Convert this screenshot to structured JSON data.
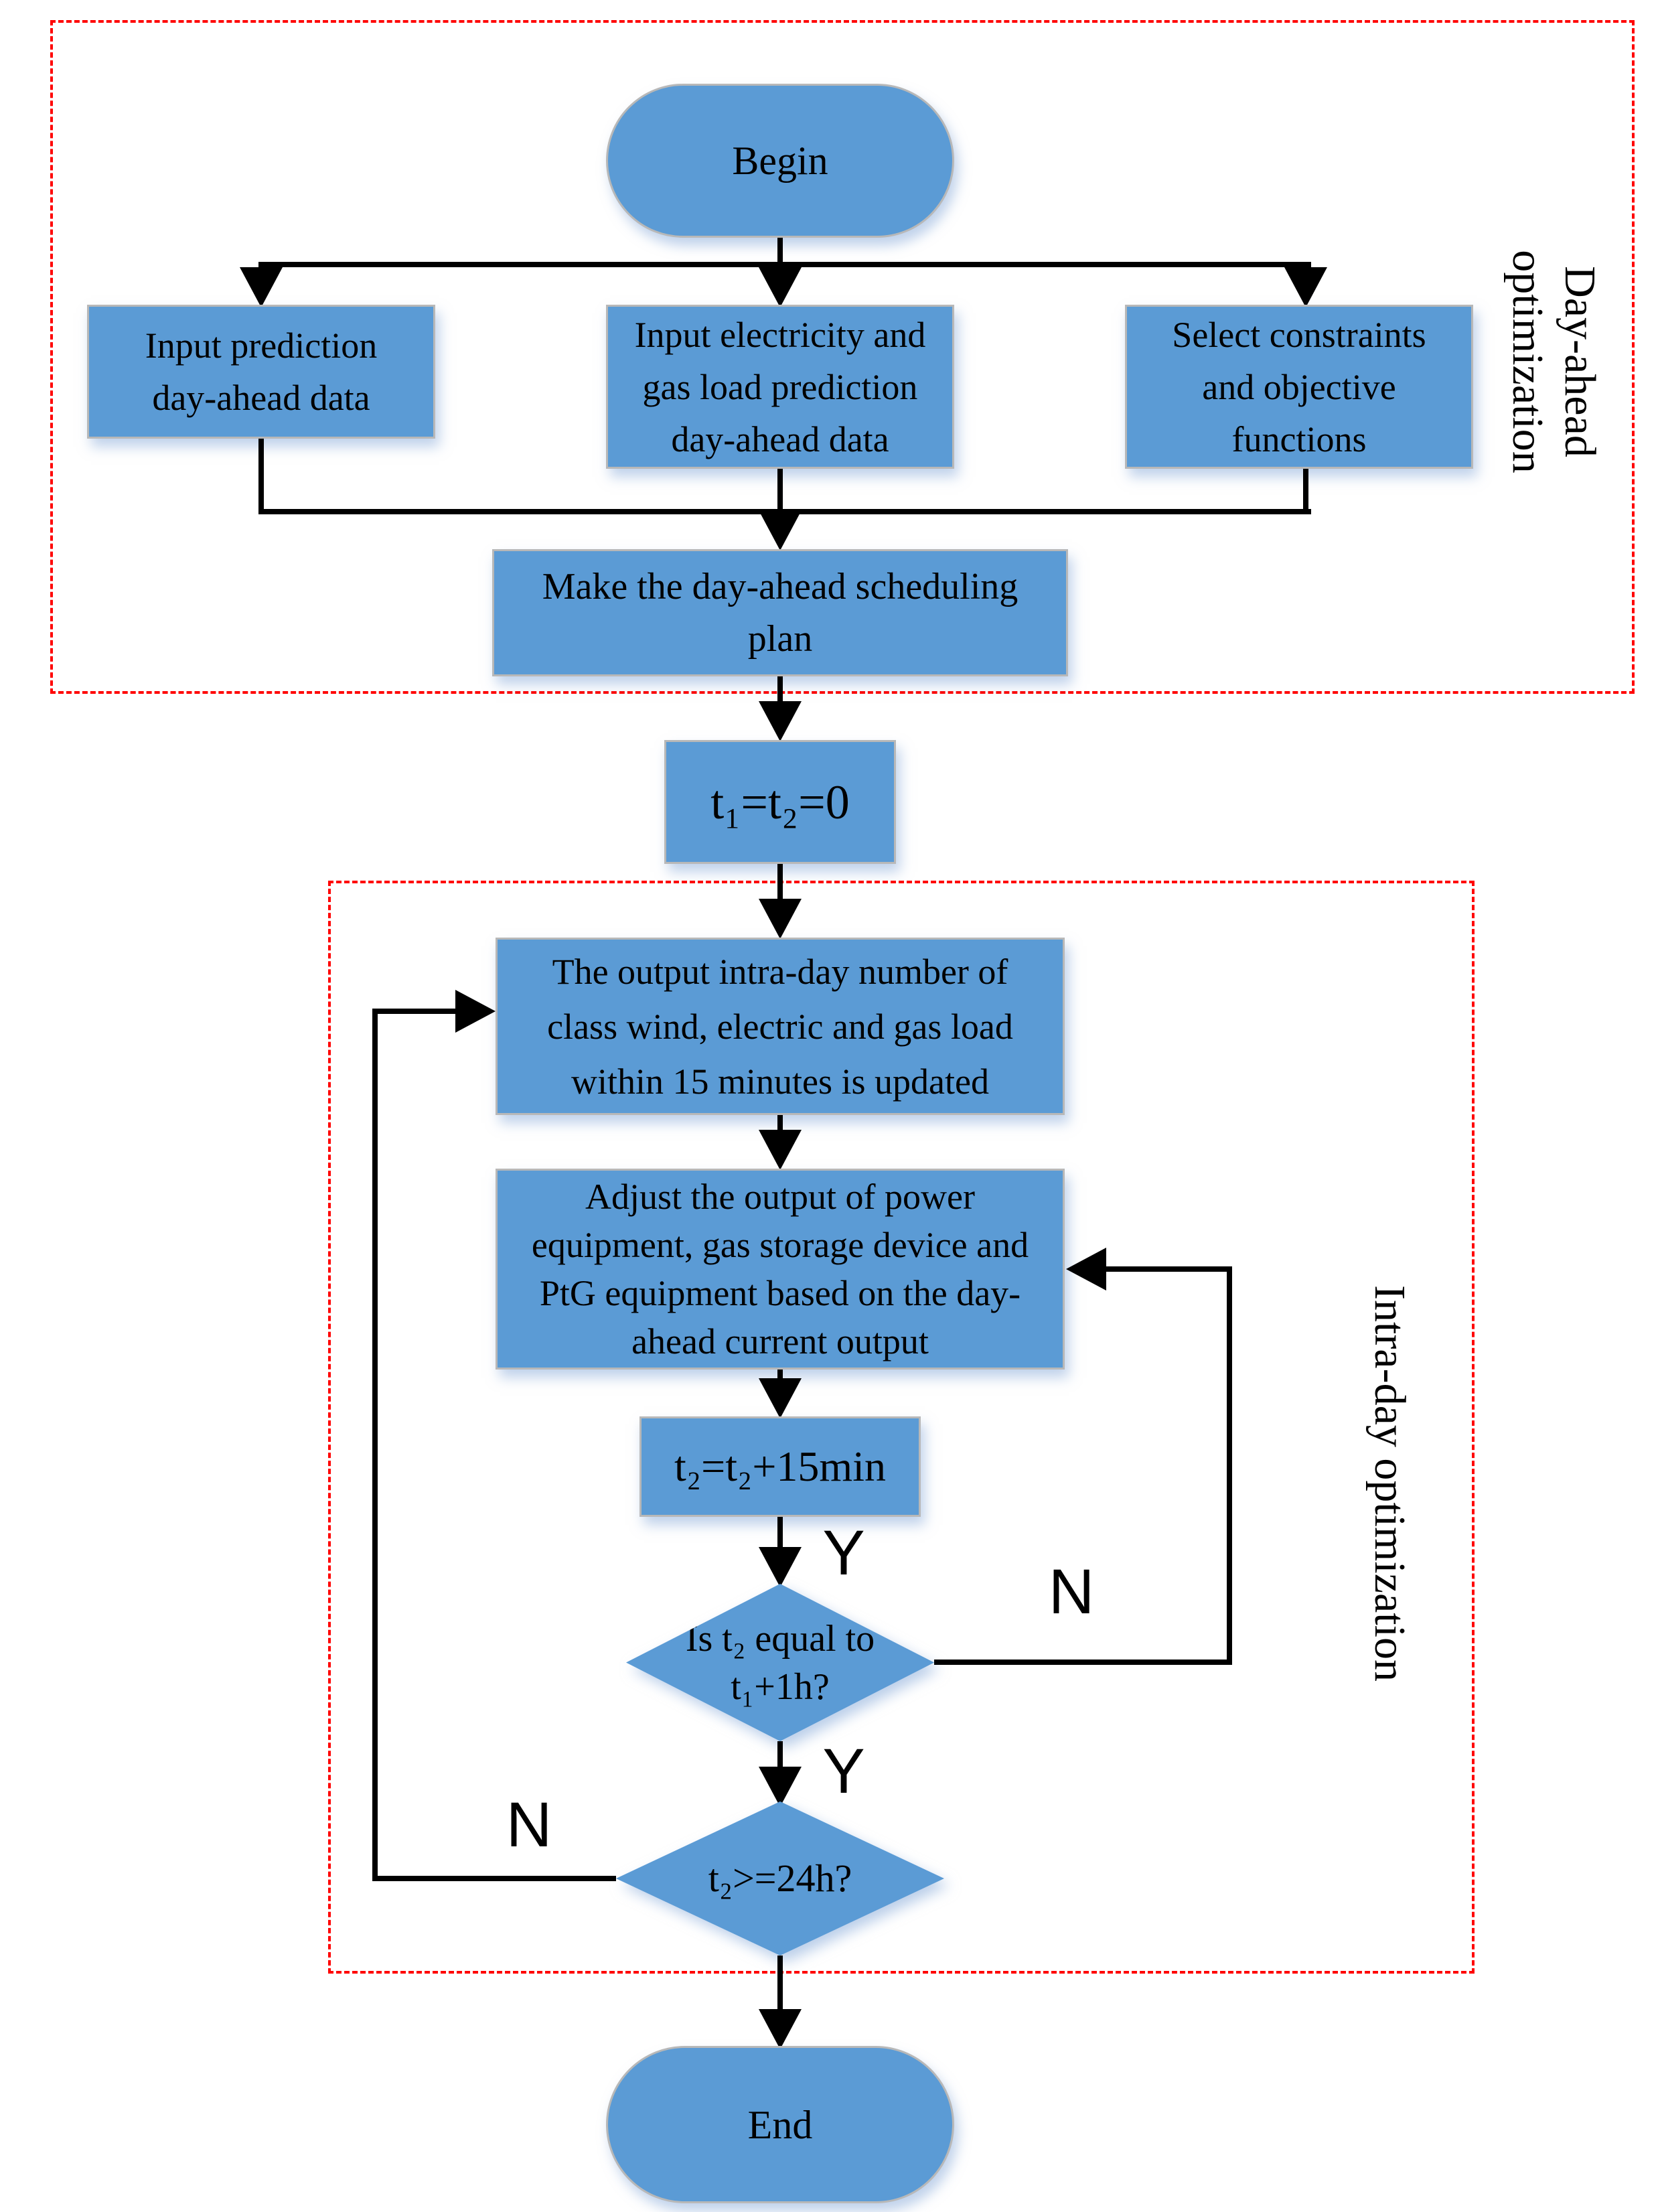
{
  "diagram": {
    "title_hint": "Two-stage scheduling flowchart",
    "regions": {
      "day_ahead": {
        "label": "Day-ahead\noptimization"
      },
      "intra_day": {
        "label": "Intra-day optimization"
      }
    },
    "nodes": {
      "begin": "Begin",
      "input_prediction": "Input prediction\nday-ahead data",
      "input_load": "Input electricity and\ngas load prediction\nday-ahead data",
      "select_constraints": "Select constraints\nand objective\nfunctions",
      "make_plan": "Make the day-ahead scheduling\nplan",
      "init_time": "t₁=t₂=0",
      "update_output": "The output intra-day number of\nclass wind, electric and gas load\nwithin 15 minutes is updated",
      "adjust_output": "Adjust the output of power\nequipment, gas storage device and\nPtG equipment based on the day-\nahead current output",
      "increment_time": "t₂=t₂+15min",
      "check_hour": "Is t₂ equal to\nt₁+1h?",
      "check_day": "t₂>=24h?",
      "end": "End"
    },
    "branch_labels": {
      "y_after_increment": "Y",
      "n_check_hour": "N",
      "y_check_hour": "Y",
      "n_check_day": "N"
    },
    "colors": {
      "node_fill": "#5b9bd5",
      "node_border": "#b8b8b8",
      "region_border": "#ff0000",
      "line": "#000000"
    }
  }
}
